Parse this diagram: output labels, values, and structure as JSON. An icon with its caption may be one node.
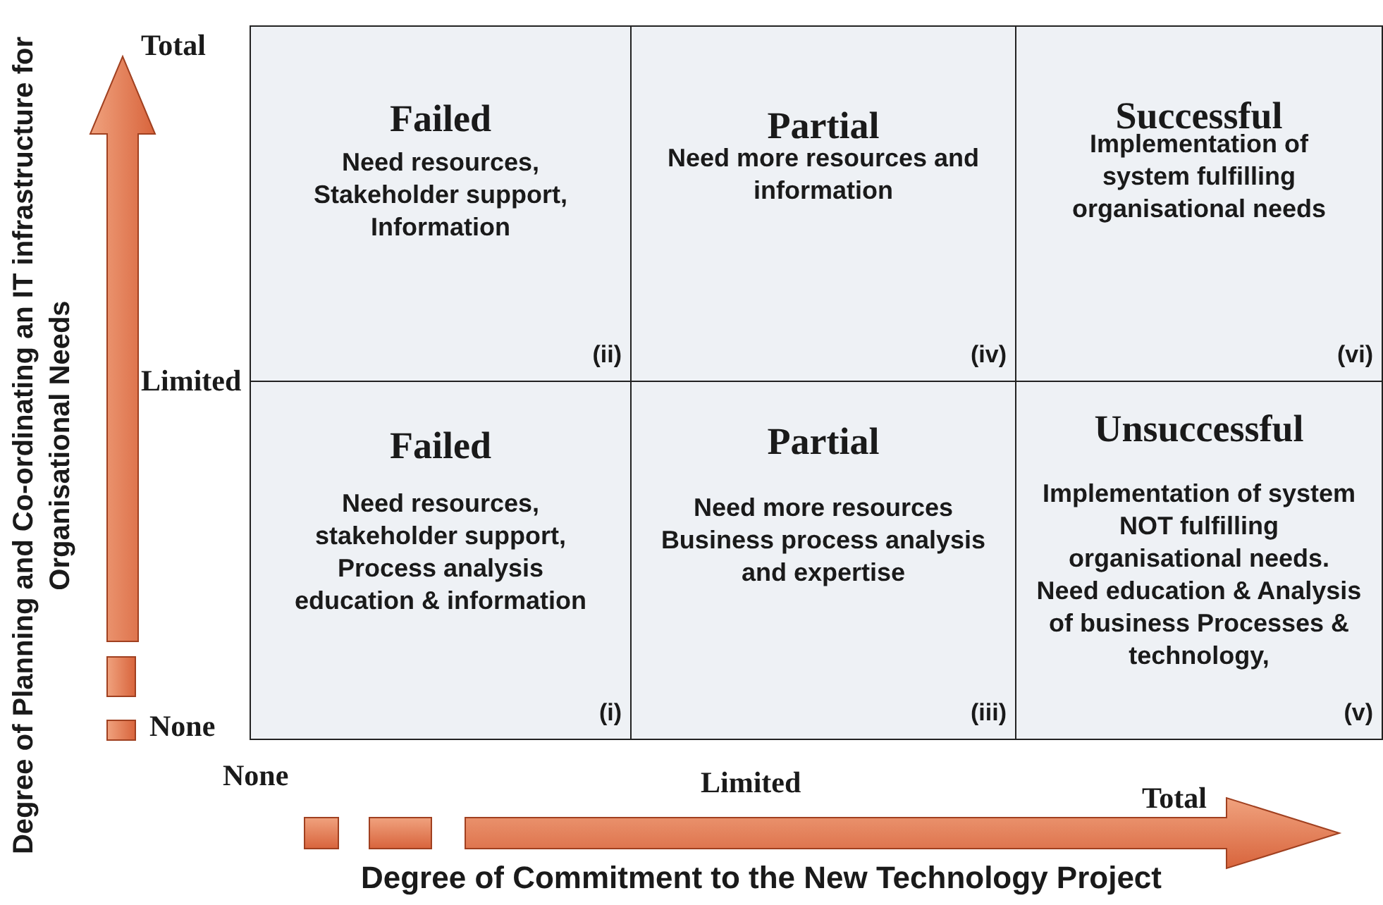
{
  "diagram": {
    "nodes": [
      {
        "text": [
          "Failed",
          "Need resources, Stakeholder support, Information",
          "(ii)"
        ]
      },
      {
        "text": [
          "Partial",
          "Need more resources and information",
          "(iv)"
        ]
      },
      {
        "text": [
          "Successful",
          "Implementation of system fulfilling organisational needs",
          "(vi)"
        ]
      },
      {
        "text": [
          "Failed",
          "Need resources, stakeholder support, Process analysis education & information",
          "(i)"
        ]
      },
      {
        "text": [
          "Partial",
          "Need more resources Business process analysis and expertise",
          "(iii)"
        ]
      },
      {
        "text": [
          "Unsuccessful",
          "Implementation of system NOT fulfilling organisational needs. Need education & Analysis of business Processes & technology,",
          "(v)"
        ]
      }
    ],
    "edges": [],
    "labels": [
      "Degree of Planning and Co-ordinating an IT infrastructure for Organisational Needs",
      "Total",
      "Limited",
      "None",
      "None",
      "Limited",
      "Total",
      "Degree of Commitment to the New Technology Project"
    ]
  }
}
